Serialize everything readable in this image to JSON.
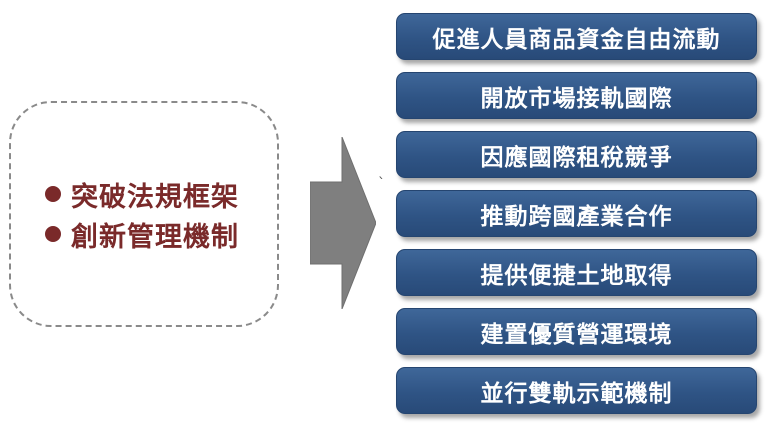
{
  "left_box": {
    "items": [
      "突破法規框架",
      "創新管理機制"
    ]
  },
  "arrow_glyph": "`",
  "right_items": [
    "促進人員商品資金自由流動",
    "開放市場接軌國際",
    "因應國際租稅競爭",
    "推動跨國產業合作",
    "提供便捷土地取得",
    "建置優質營運環境",
    "並行雙軌示範機制"
  ],
  "colors": {
    "bullet_text": "#7a2a2a",
    "box_fill": "#2f5485",
    "box_text": "#ffffff",
    "arrow_fill": "#7f7f7f",
    "dashed_border": "#8a8a8a"
  }
}
